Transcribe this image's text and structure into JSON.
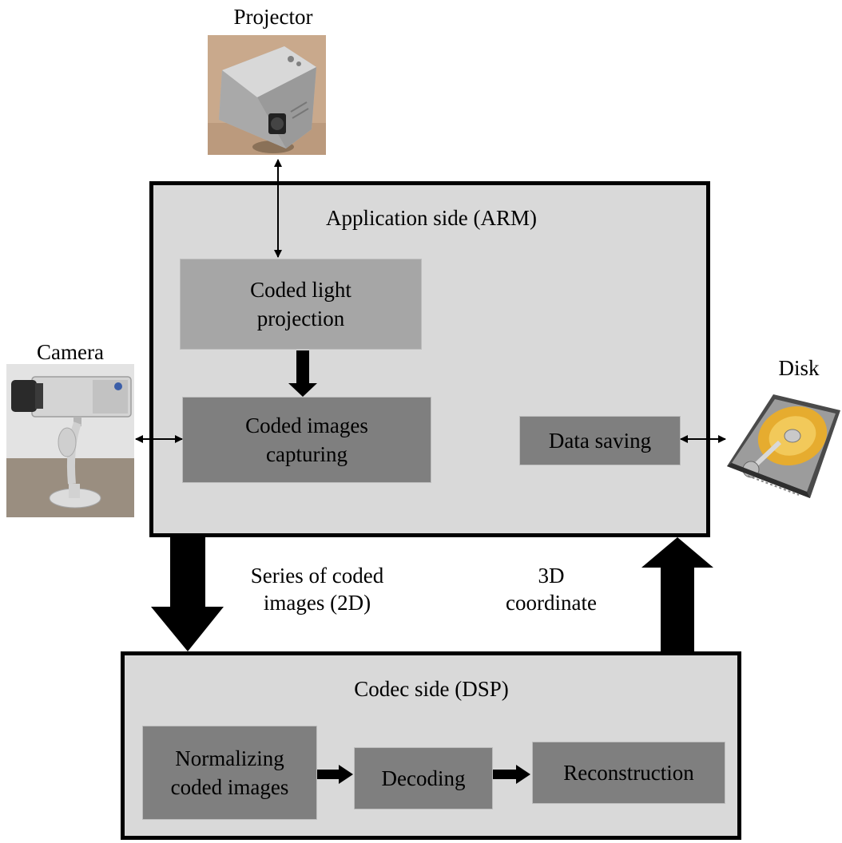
{
  "devices": {
    "projector": {
      "label": "Projector",
      "icon": "projector-icon"
    },
    "camera": {
      "label": "Camera",
      "icon": "camera-icon"
    },
    "disk": {
      "label": "Disk",
      "icon": "hard-disk-icon"
    }
  },
  "application_side": {
    "title": "Application side (ARM)",
    "blocks": {
      "coded_light_projection": "Coded light\nprojection",
      "coded_images_capturing": "Coded images\ncapturing",
      "data_saving": "Data saving"
    }
  },
  "codec_side": {
    "title": "Codec side (DSP)",
    "blocks": {
      "normalizing": "Normalizing\ncoded images",
      "decoding": "Decoding",
      "reconstruction": "Reconstruction"
    }
  },
  "flows": {
    "down_label": "Series of coded\nimages (2D)",
    "up_label": "3D\ncoordinate"
  },
  "colors": {
    "panel_fill": "#d9d9d9",
    "block_light": "#a6a6a6",
    "block_dark": "#7f7f7f",
    "arrow": "#000000"
  }
}
